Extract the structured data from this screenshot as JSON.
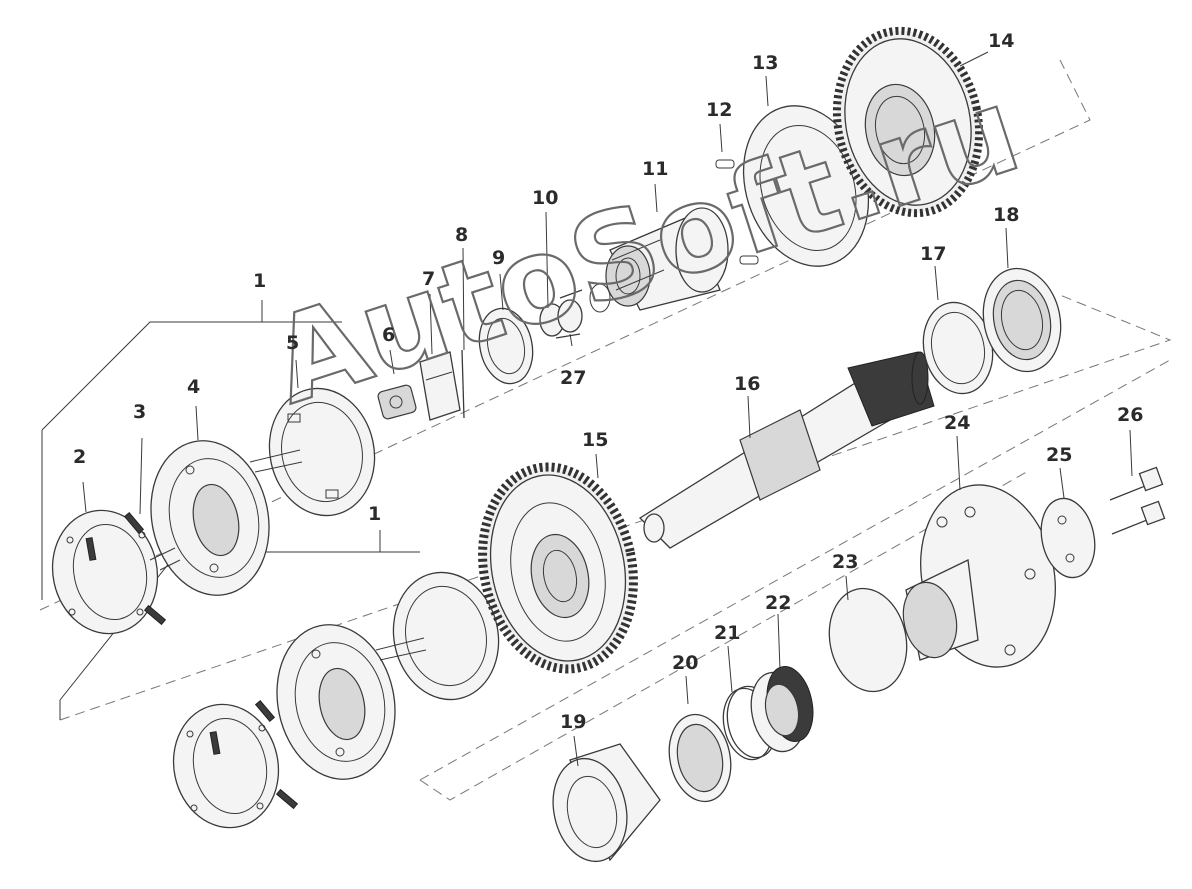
{
  "diagram": {
    "callouts": [
      "1",
      "1",
      "2",
      "3",
      "4",
      "5",
      "6",
      "7",
      "8",
      "9",
      "10",
      "11",
      "12",
      "13",
      "14",
      "15",
      "16",
      "17",
      "18",
      "19",
      "20",
      "21",
      "22",
      "23",
      "24",
      "25",
      "26",
      "27"
    ],
    "watermark": "AutoSoft.ru"
  }
}
